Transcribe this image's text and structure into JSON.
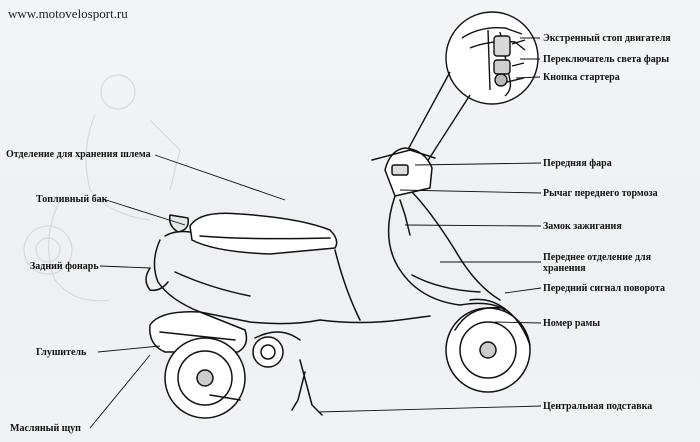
{
  "site_url": "www.motovelosport.ru",
  "labels": {
    "emergency_stop": "Экстренный стоп двигателя",
    "light_switch": "Переключатель света фары",
    "starter_button": "Кнопка стартера",
    "helmet_storage": "Отделение для хранения шлема",
    "headlight": "Передняя фара",
    "front_brake_lever": "Рычаг переднего тормоза",
    "fuel_tank": "Топливный бак",
    "ignition_lock": "Замок зажигания",
    "rear_light": "Задний фонарь",
    "front_storage": "Переднее отделение для хранения",
    "front_turn_signal": "Передний сигнал поворота",
    "frame_number": "Номер рамы",
    "muffler": "Глушитель",
    "center_stand": "Центральная подставка",
    "dipstick": "Масляный щуп"
  }
}
